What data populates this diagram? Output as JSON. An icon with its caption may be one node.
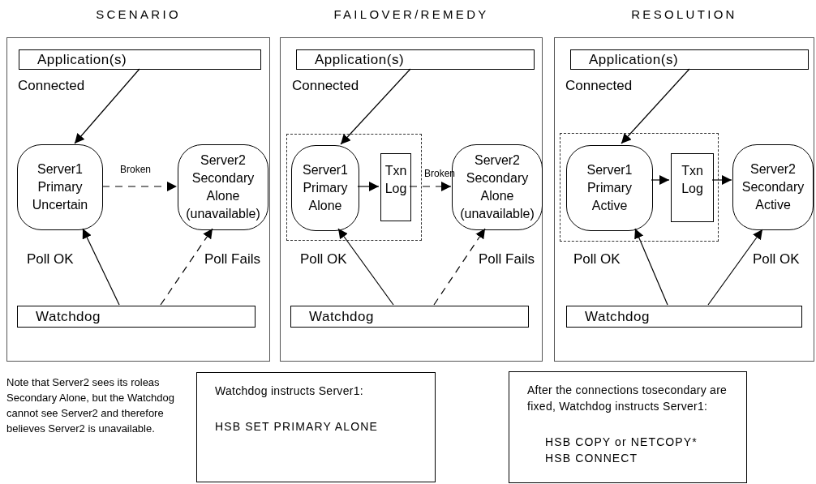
{
  "diagram": {
    "nodes": [
      {
        "text": [
          "SCENARIO"
        ]
      },
      {
        "text": [
          "Application(s)"
        ],
        "in": 0
      },
      {
        "text": [
          "Server1 Primary Uncertain"
        ],
        "in": 0
      },
      {
        "text": [
          "Server2 Secondary Alone (unavailable)"
        ],
        "in": 0
      },
      {
        "text": [
          "Watchdog"
        ],
        "in": 0
      },
      {
        "text": [
          "FAILOVER/REMEDY"
        ]
      },
      {
        "text": [
          "Application(s)"
        ],
        "in": 5
      },
      {
        "text": [],
        "shape": "box",
        "in": 5
      },
      {
        "text": [
          "Server1 Primary Alone"
        ],
        "in": 7
      },
      {
        "text": [
          "Txn Log"
        ],
        "in": 7
      },
      {
        "text": [
          "Server2 Secondary Alone (unavailable)"
        ],
        "in": 5
      },
      {
        "text": [
          "Watchdog"
        ],
        "in": 5
      },
      {
        "text": [
          "RESOLUTION"
        ]
      },
      {
        "text": [
          "Application(s)"
        ],
        "in": 12
      },
      {
        "text": [],
        "shape": "box",
        "in": 12
      },
      {
        "text": [
          "Server1 Primary Active"
        ],
        "in": 14
      },
      {
        "text": [
          "Txn Log"
        ],
        "in": 14
      },
      {
        "text": [
          "Server2 Secondary Active"
        ],
        "in": 12
      },
      {
        "text": [
          "Watchdog"
        ],
        "in": 12
      },
      {
        "text": [
          "Watchdog instructs Server1:",
          "HSB SET PRIMARY ALONE"
        ]
      },
      {
        "text": [
          "After the connections tosecondary are fixed, Watchdog instructs Server1:",
          "HSB COPY or NETCOPY*",
          "HSB CONNECT"
        ]
      }
    ],
    "edges": [
      {
        "from": 1,
        "to": 2,
        "arrow": "to",
        "label": "Connected"
      },
      {
        "from": 2,
        "to": 3,
        "arrow": "to",
        "label": "Broken",
        "style": "dashed"
      },
      {
        "from": 4,
        "to": 2,
        "arrow": "to",
        "label": "Poll OK"
      },
      {
        "from": 4,
        "to": 3,
        "arrow": "to",
        "label": "Poll Fails",
        "style": "dashed"
      },
      {
        "from": 6,
        "to": 8,
        "arrow": "to",
        "label": "Connected"
      },
      {
        "from": 8,
        "to": 9,
        "arrow": "to"
      },
      {
        "from": 9,
        "to": 10,
        "arrow": "to",
        "label": "Broken",
        "style": "dashed"
      },
      {
        "from": 11,
        "to": 8,
        "arrow": "to",
        "label": "Poll OK"
      },
      {
        "from": 11,
        "to": 10,
        "arrow": "to",
        "label": "Poll Fails",
        "style": "dashed"
      },
      {
        "from": 13,
        "to": 15,
        "arrow": "to",
        "label": "Connected"
      },
      {
        "from": 15,
        "to": 16,
        "arrow": "to"
      },
      {
        "from": 16,
        "to": 17,
        "arrow": "to"
      },
      {
        "from": 18,
        "to": 15,
        "arrow": "to",
        "label": "Poll OK"
      },
      {
        "from": 18,
        "to": 17,
        "arrow": "to",
        "label": "Poll OK"
      }
    ],
    "labels": [
      "Note that Server2 sees its roleas Secondary Alone, but the Watchdog cannot see Server2 and therefore believes Server2 is unavailable."
    ]
  }
}
